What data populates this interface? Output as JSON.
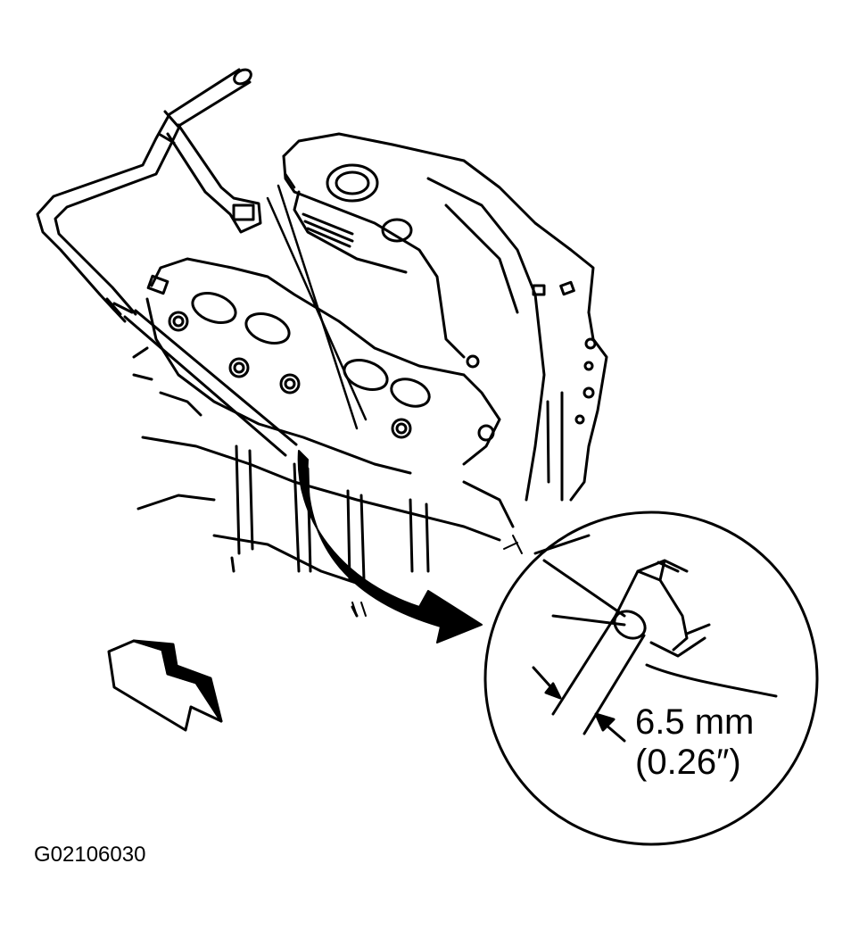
{
  "figure": {
    "id": "G02106030",
    "dimension_metric": "6.5 mm",
    "dimension_imperial": "(0.26″)"
  },
  "colors": {
    "ink": "#000000",
    "paper": "#ffffff"
  }
}
